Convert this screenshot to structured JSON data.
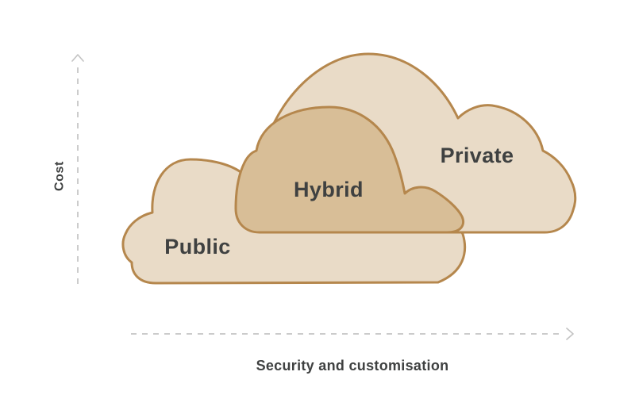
{
  "diagram": {
    "type": "cloud-computing-comparison",
    "clouds": [
      {
        "id": "public",
        "label": "Public"
      },
      {
        "id": "hybrid",
        "label": "Hybrid"
      },
      {
        "id": "private",
        "label": "Private"
      }
    ],
    "axes": {
      "y": {
        "label": "Cost",
        "direction": "up"
      },
      "x": {
        "label": "Security and customisation",
        "direction": "right"
      }
    }
  },
  "colors": {
    "cloud_fill_light": "#E9DBC7",
    "cloud_fill_dark": "#D8BE97",
    "cloud_stroke": "#B5874D",
    "text": "#3F4141",
    "axis": "#C4C4C4",
    "background": "#FFFFFF"
  }
}
